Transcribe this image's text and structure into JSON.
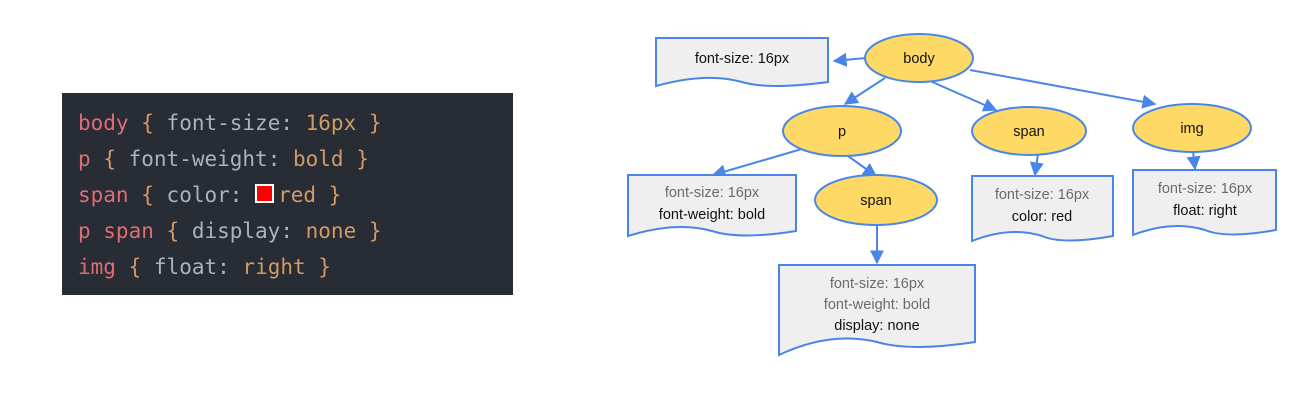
{
  "code": {
    "lines": [
      {
        "selector": "body",
        "open": "{",
        "prop": "font-size:",
        "value": "16px",
        "close": "}"
      },
      {
        "selector": "p",
        "open": "{",
        "prop": "font-weight:",
        "value": "bold",
        "close": "}"
      },
      {
        "selector": "span",
        "open": "{",
        "prop": "color:",
        "value": "red",
        "close": "}"
      },
      {
        "selector": "p span",
        "open": "{",
        "prop": "display:",
        "value": "none",
        "close": "}"
      },
      {
        "selector": "img",
        "open": "{",
        "prop": "float:",
        "value": "right",
        "close": "}"
      }
    ],
    "swatch_color": "#ff0000"
  },
  "tree": {
    "nodes": {
      "body": "body",
      "p": "p",
      "span_right": "span",
      "img": "img",
      "span_inner": "span"
    },
    "labels": {
      "body_styles": [
        "font-size: 16px"
      ],
      "p_styles": [
        "font-size: 16px",
        "font-weight: bold"
      ],
      "span_right_styles": [
        "font-size: 16px",
        "color: red"
      ],
      "img_styles": [
        "font-size: 16px",
        "float: right"
      ],
      "span_inner_styles": [
        "font-size: 16px",
        "font-weight: bold",
        "display: none"
      ]
    }
  },
  "colors": {
    "node_fill": "#ffd966",
    "edge": "#4a86e8",
    "label_fill": "#efefef",
    "code_bg": "#282c34"
  }
}
